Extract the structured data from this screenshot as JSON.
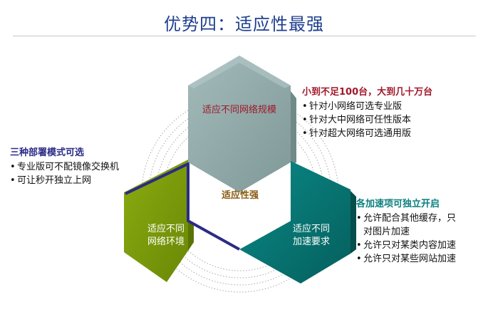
{
  "title": "优势四：适应性最强",
  "center_label": "适应性强",
  "hex_top": {
    "label": "适应不同网络规模"
  },
  "hex_left": {
    "line1": "适应不同",
    "line2": "网络环境"
  },
  "hex_right": {
    "line1": "适应不同",
    "line2": "加速要求"
  },
  "block_top": {
    "heading": "小到不足100台，大到几十万台",
    "items": [
      "针对小网络可选专业版",
      "针对大中网络可任性版本",
      "针对超大网络可选通用版"
    ]
  },
  "block_left": {
    "heading": "三种部署模式可选",
    "items": [
      "专业版可不配镜像交换机",
      "可让秒开独立上网"
    ]
  },
  "block_right": {
    "heading": "各加速项可独立开启",
    "items": [
      "允许配合其他缓存，只",
      "对图片加速",
      "允许只对某类内容加速",
      "允许只对某些网站加速"
    ]
  },
  "colors": {
    "title": "#1f3f8f",
    "hex_top": "#8fa9a8",
    "hex_left": "#7a9a0c",
    "hex_right": "#077775",
    "accent_line": "#2b2b86"
  }
}
